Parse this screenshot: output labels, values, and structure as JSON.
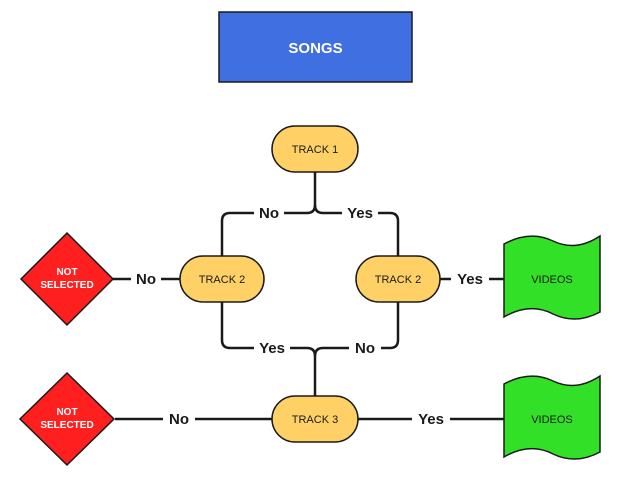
{
  "title": "SONGS",
  "nodes": {
    "track1": "TRACK 1",
    "track2_left": "TRACK 2",
    "track2_right": "TRACK 2",
    "track3": "TRACK 3",
    "not_selected_top": [
      "NOT",
      "SELECTED"
    ],
    "not_selected_bottom": [
      "NOT",
      "SELECTED"
    ],
    "videos_top": "VIDEOS",
    "videos_bottom": "VIDEOS"
  },
  "edges": {
    "track1_no": "No",
    "track1_yes": "Yes",
    "track2_left_no": "No",
    "track2_right_yes": "Yes",
    "track2_left_yes": "Yes",
    "track2_right_no": "No",
    "track3_no": "No",
    "track3_yes": "Yes"
  },
  "colors": {
    "title_fill": "#3F6FE0",
    "title_text": "#ffffff",
    "track_fill": "#FFD066",
    "not_selected_fill": "#FF1F1F",
    "videos_fill": "#33E028",
    "line": "#1a1a1a"
  }
}
